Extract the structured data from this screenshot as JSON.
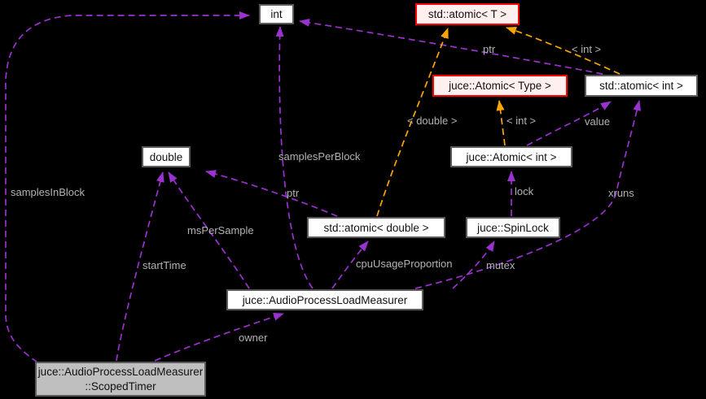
{
  "diagram": {
    "type": "doxygen-collaboration-graph",
    "colors": {
      "background": "#000000",
      "member-edge": "#9a32cd",
      "template-edge": "#ffa500",
      "label-text": "#b3b3b3",
      "node-fill": "#ffffff",
      "node-border": "#5b5b5b",
      "node-text": "#111111",
      "red-border": "#ff0000",
      "red-fill": "#fff0f0",
      "current-fill": "#bfbfbf"
    },
    "nodes": {
      "int": {
        "label": "int"
      },
      "std_atomic_t": {
        "label": "std::atomic< T >"
      },
      "juce_atomic_type": {
        "label": "juce::Atomic< Type >"
      },
      "std_atomic_int": {
        "label": "std::atomic< int >"
      },
      "double": {
        "label": "double"
      },
      "juce_atomic_int": {
        "label": "juce::Atomic< int >"
      },
      "std_atomic_double": {
        "label": "std::atomic< double >"
      },
      "juce_spinlock": {
        "label": "juce::SpinLock"
      },
      "alm": {
        "label": "juce::AudioProcessLoadMeasurer"
      },
      "scoped_timer": {
        "label_line1": "juce::AudioProcessLoadMeasurer",
        "label_line2": "::ScopedTimer"
      }
    },
    "edge_labels": {
      "ptr_top": "ptr",
      "tmpl_int_top": "< int >",
      "tmpl_double": "< double >",
      "tmpl_int_mid": "< int >",
      "value": "value",
      "samplesPerBlock": "samplesPerBlock",
      "samplesInBlock": "samplesInBlock",
      "ptr_mid": "ptr",
      "msPerSample": "msPerSample",
      "lock": "lock",
      "xruns": "xruns",
      "startTime": "startTime",
      "cpuUsageProportion": "cpuUsageProportion",
      "mutex": "mutex",
      "owner": "owner"
    }
  }
}
